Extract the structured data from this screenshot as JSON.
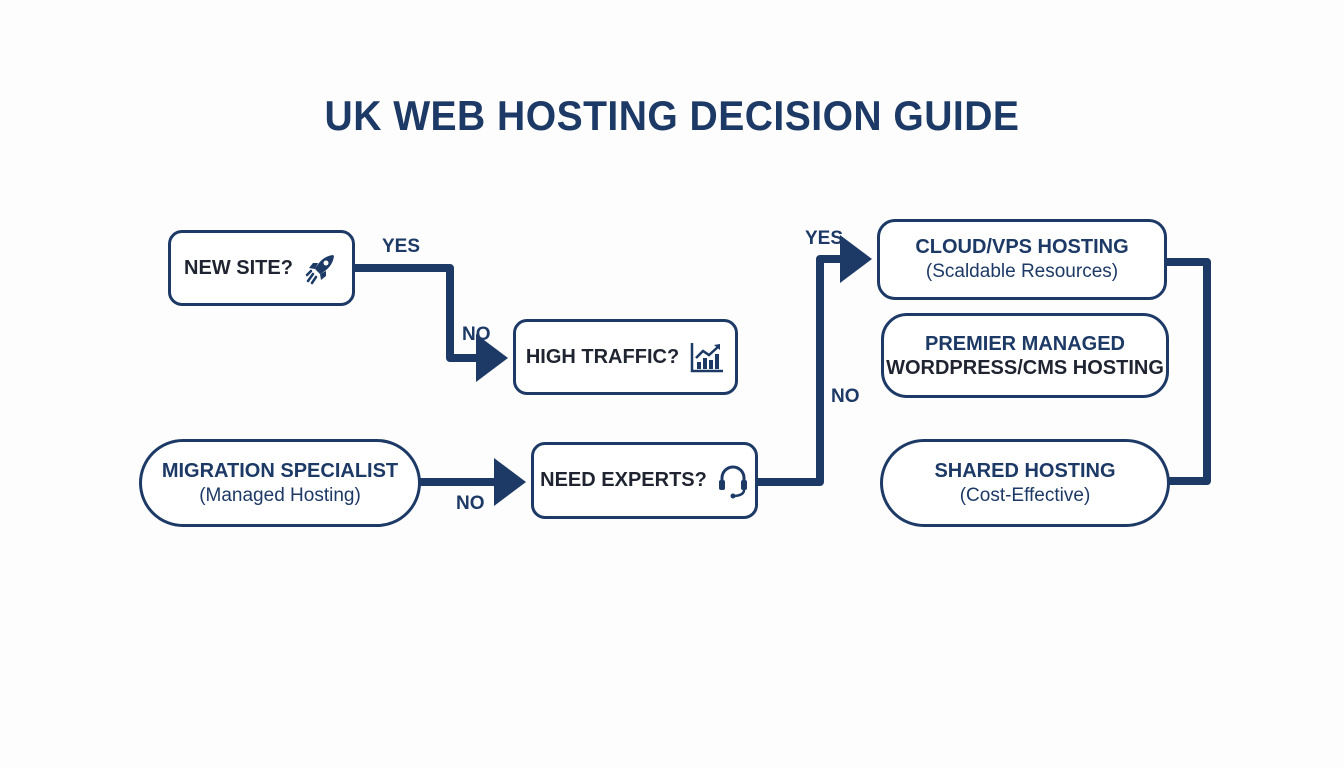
{
  "title": "UK WEB HOSTING DECISION GUIDE",
  "colors": {
    "navy": "#1d3a66",
    "text_dark": "#1f2430",
    "background": "#fdfdfd"
  },
  "nodes": {
    "new_site": {
      "label": "NEW SITE?",
      "icon": "rocket-icon"
    },
    "high_traffic": {
      "label": "HIGH TRAFFIC?",
      "icon": "bar-chart-growth-icon"
    },
    "migration": {
      "label": "MIGRATION SPECIALIST",
      "sub": "(Managed Hosting)"
    },
    "need_experts": {
      "label": "NEED EXPERTS?",
      "icon": "headset-icon"
    },
    "cloud_vps": {
      "label": "CLOUD/VPS HOSTING",
      "sub": "(Scaldable Resources)"
    },
    "premier": {
      "line1": "PREMIER MANAGED",
      "line2": "WORDPRESS/CMS HOSTING"
    },
    "shared": {
      "label": "SHARED HOSTING",
      "sub": "(Cost-Effective)"
    }
  },
  "edges": {
    "new_site_yes": "YES",
    "new_site_no": "NO",
    "migration_no": "NO",
    "experts_yes": "YES",
    "experts_no": "NO"
  }
}
